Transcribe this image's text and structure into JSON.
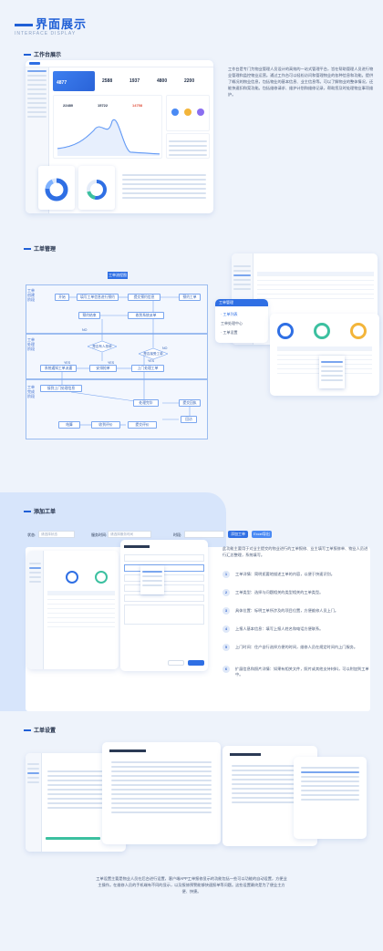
{
  "header": {
    "title": "界面展示",
    "subtitle": "INTERFACE DISPLAY"
  },
  "sections": {
    "dashboard": {
      "title": "工作台展示",
      "description": "工作台是专门为物业管理人员设计的高效的一站式管理平台，旨在帮助管理人员进行物业管理和监控物业运营。通过工作台可以轻松访问和管理物业的各种信息和功能。提供了概况的物业信息，包括物业的基本信息、业主信息等。可以了解物业的整体情况，还能快速扣和案功能。包括维修请求、维护计划和维修记录，帮助您及时处理物业事项维护。",
      "stats": [
        "2588",
        "1937",
        "4800",
        "2200"
      ],
      "big_num": "4877",
      "kpis": [
        "22480",
        "15722",
        "14758"
      ]
    },
    "workorder": {
      "title": "工单管理",
      "flow_title": "工单流程图",
      "lanes": [
        "工单创建阶段",
        "工单处理阶段",
        "工单完成阶段"
      ],
      "nodes": [
        "开始",
        "填写工单信息进行预约",
        "提交预约信息",
        "预约工单",
        "预约结束",
        "收到系统派单",
        "是否有人抢单",
        "是否接受工单",
        "安排抢单",
        "系统通知工单派遣",
        "上门处理工单",
        "接到上门处理信息",
        "处理完毕",
        "提交回执",
        "回访",
        "结算",
        "收到评价",
        "提交评价"
      ],
      "labels": {
        "yes": "YES",
        "no": "NO"
      },
      "menu": [
        "工单管理",
        "· 工单列表",
        "工单处理中心",
        "· 工单设置"
      ]
    },
    "add": {
      "title": "添加工单",
      "filter_label": "状态:",
      "filter_placeholder": "请选择状态",
      "search_label": "服务时间:",
      "search_placeholder": "请选择服务时间",
      "priority_label": "时段:",
      "btn_add": "添加工单",
      "btn_export": "Excel导出",
      "intro": "此功能主要用于对业主提交的物业进行的工单报修、业主填写工单报修单、物业人员进行汇总整理，系统填写。",
      "steps": [
        "工单详情：简明扼要地描述工单的内容，以便于快速识别。",
        "工单类型：选择与问题相关的类型相关的工单类型。",
        "具体位置：标明工单所涉及的项目位置，方便维修人员上门。",
        "上报人基本信息：填写上报人姓名和电话方便联系。",
        "上门时间：住户自行选择方便的时间，维修人员在规定时间内上门服务。",
        "扩展信息和照片详情：如果有相关文件，照片或其他支持材料，可以附加到工单中。"
      ]
    },
    "settings": {
      "title": "工单设置",
      "description": "工单设置主要是物业人员在后台进行设置，客户端APP工单报修显示的功能包括一些可以功能的自动设置，方便业主操作。在维修人员的手机端有不同的显示，以及报修预警能够快速报单等问题。这些设置最终是为了便业主方便、快捷。"
    }
  }
}
